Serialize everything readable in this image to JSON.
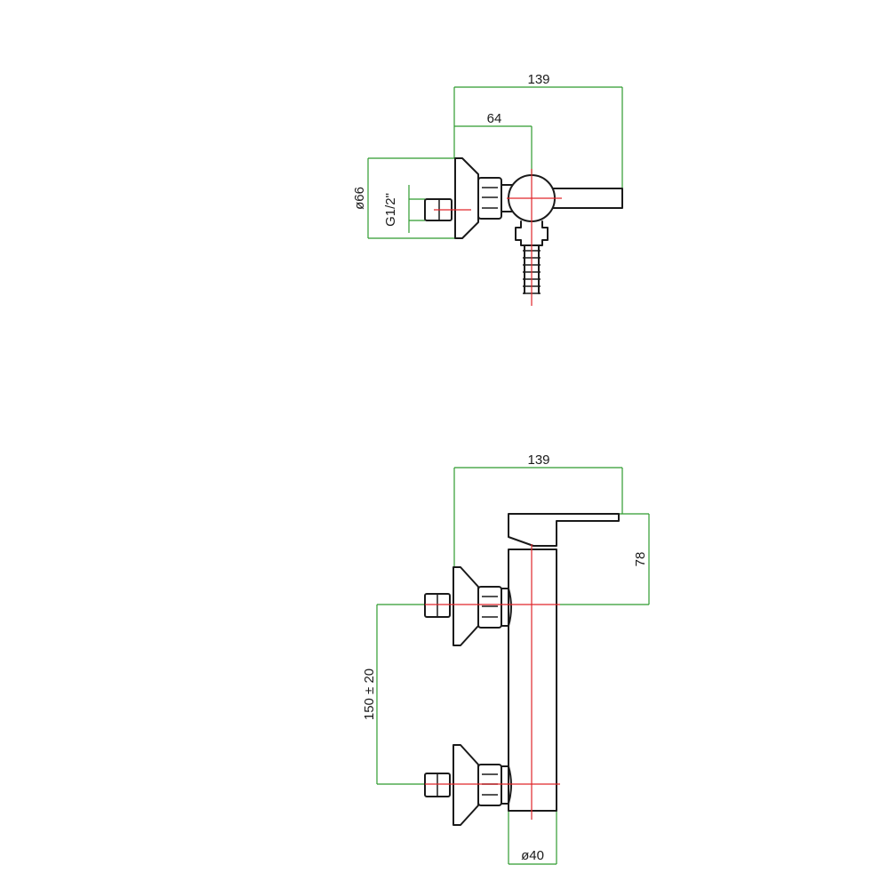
{
  "colors": {
    "outline": "#1a1a1a",
    "dimension": "#2e9b2e",
    "centerline": "#e0262b",
    "background": "#ffffff"
  },
  "top_view": {
    "dim_overall_width": "139",
    "dim_inlet_to_center": "64",
    "dim_flange_diameter": "ø66",
    "dim_thread": "G1/2\""
  },
  "front_view": {
    "dim_overall_width": "139",
    "dim_height": "78",
    "dim_inlet_spacing": "150 ± 20",
    "dim_body_diameter": "ø40"
  }
}
